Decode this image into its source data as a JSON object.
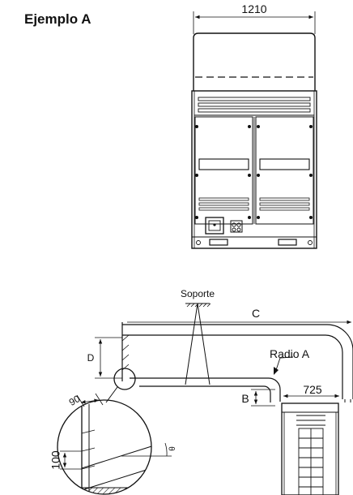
{
  "title": "Ejemplo A",
  "front_view": {
    "width_dimension": "1210"
  },
  "side_view": {
    "support_label": "Soporte",
    "length_c": "C",
    "radius_label": "Radio A",
    "offset_725": "725",
    "height_b": "B",
    "height_d": "D"
  },
  "detail_view": {
    "width_90": "90",
    "height_100": "100",
    "angle_theta": "θ"
  }
}
